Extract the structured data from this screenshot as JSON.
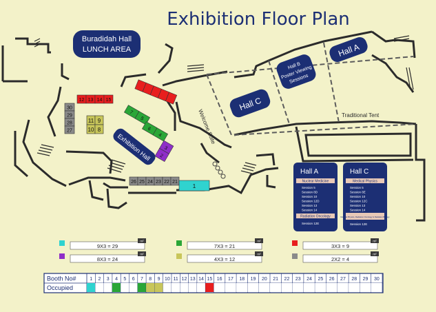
{
  "title": "Exhibition Floor Plan",
  "halls": {
    "buradidah_line1": "Buradidah Hall",
    "buradidah_line2": "LUNCH AREA",
    "hall_a": "Hall A",
    "hall_b_line1": "Hall B",
    "hall_b_line2": "Poster Viewing",
    "hall_b_line3": "Sessions",
    "hall_c": "Hall C",
    "exhibition_hall": "Exhibition Hall",
    "welcome_suite": "Welcome Suite",
    "traditional_tent": "Traditional Tent"
  },
  "hall_a_schedule": {
    "title": "Hall A",
    "track1": "Nuclear Medicine",
    "track1_sessions": [
      "Session 5",
      "Session 8D",
      "Session 10",
      "Session 12D",
      "Session 13",
      "Session 14"
    ],
    "track2": "Radiation Oncology",
    "track2_sessions": [
      "Session 12E"
    ]
  },
  "hall_c_schedule": {
    "title": "Hall C",
    "track1": "Medical Physics",
    "track1_sessions": [
      "Session 5",
      "Session 8E",
      "Session 10",
      "Session 12C",
      "Session 13",
      "Session 14"
    ],
    "track2": "Medical Physics, Radiation Oncology & Radiation Biology",
    "track2_sessions": [
      "Session 12E"
    ]
  },
  "booths": {
    "red": [
      "12",
      "13",
      "14",
      "15"
    ],
    "gray_left": [
      "30",
      "29",
      "28",
      "27"
    ],
    "olive": [
      "11",
      "9",
      "10",
      "8"
    ],
    "green": [
      "7",
      "5",
      "6",
      "4"
    ],
    "purple": [
      "3",
      "2"
    ],
    "gray_bottom": [
      "26",
      "25",
      "24",
      "23",
      "22",
      "21"
    ],
    "cyan": [
      "1"
    ]
  },
  "legend": [
    {
      "size": "9X3 = 29",
      "color": "#2fd3cf"
    },
    {
      "size": "7X3 = 21",
      "color": "#2aa637"
    },
    {
      "size": "3X3 = 9",
      "color": "#e81e1e"
    },
    {
      "size": "8X3 = 24",
      "color": "#8f2fc8"
    },
    {
      "size": "4X3 = 12",
      "color": "#c8c65a"
    },
    {
      "size": "2X2 = 4",
      "color": "#8a8a8a"
    }
  ],
  "legend_unit": "m²",
  "booth_table": {
    "row1_label": "Booth No#",
    "row2_label": "Occupied",
    "numbers": [
      "1",
      "2",
      "3",
      "4",
      "5",
      "6",
      "7",
      "8",
      "9",
      "10",
      "11",
      "12",
      "13",
      "14",
      "15",
      "16",
      "17",
      "18",
      "19",
      "20",
      "21",
      "22",
      "23",
      "24",
      "25",
      "26",
      "27",
      "28",
      "29",
      "30"
    ],
    "occupied": {
      "1": "#2fd3cf",
      "4": "#2aa637",
      "7": "#2aa637",
      "8": "#c8c65a",
      "9": "#c8c65a",
      "15": "#e81e1e"
    }
  }
}
